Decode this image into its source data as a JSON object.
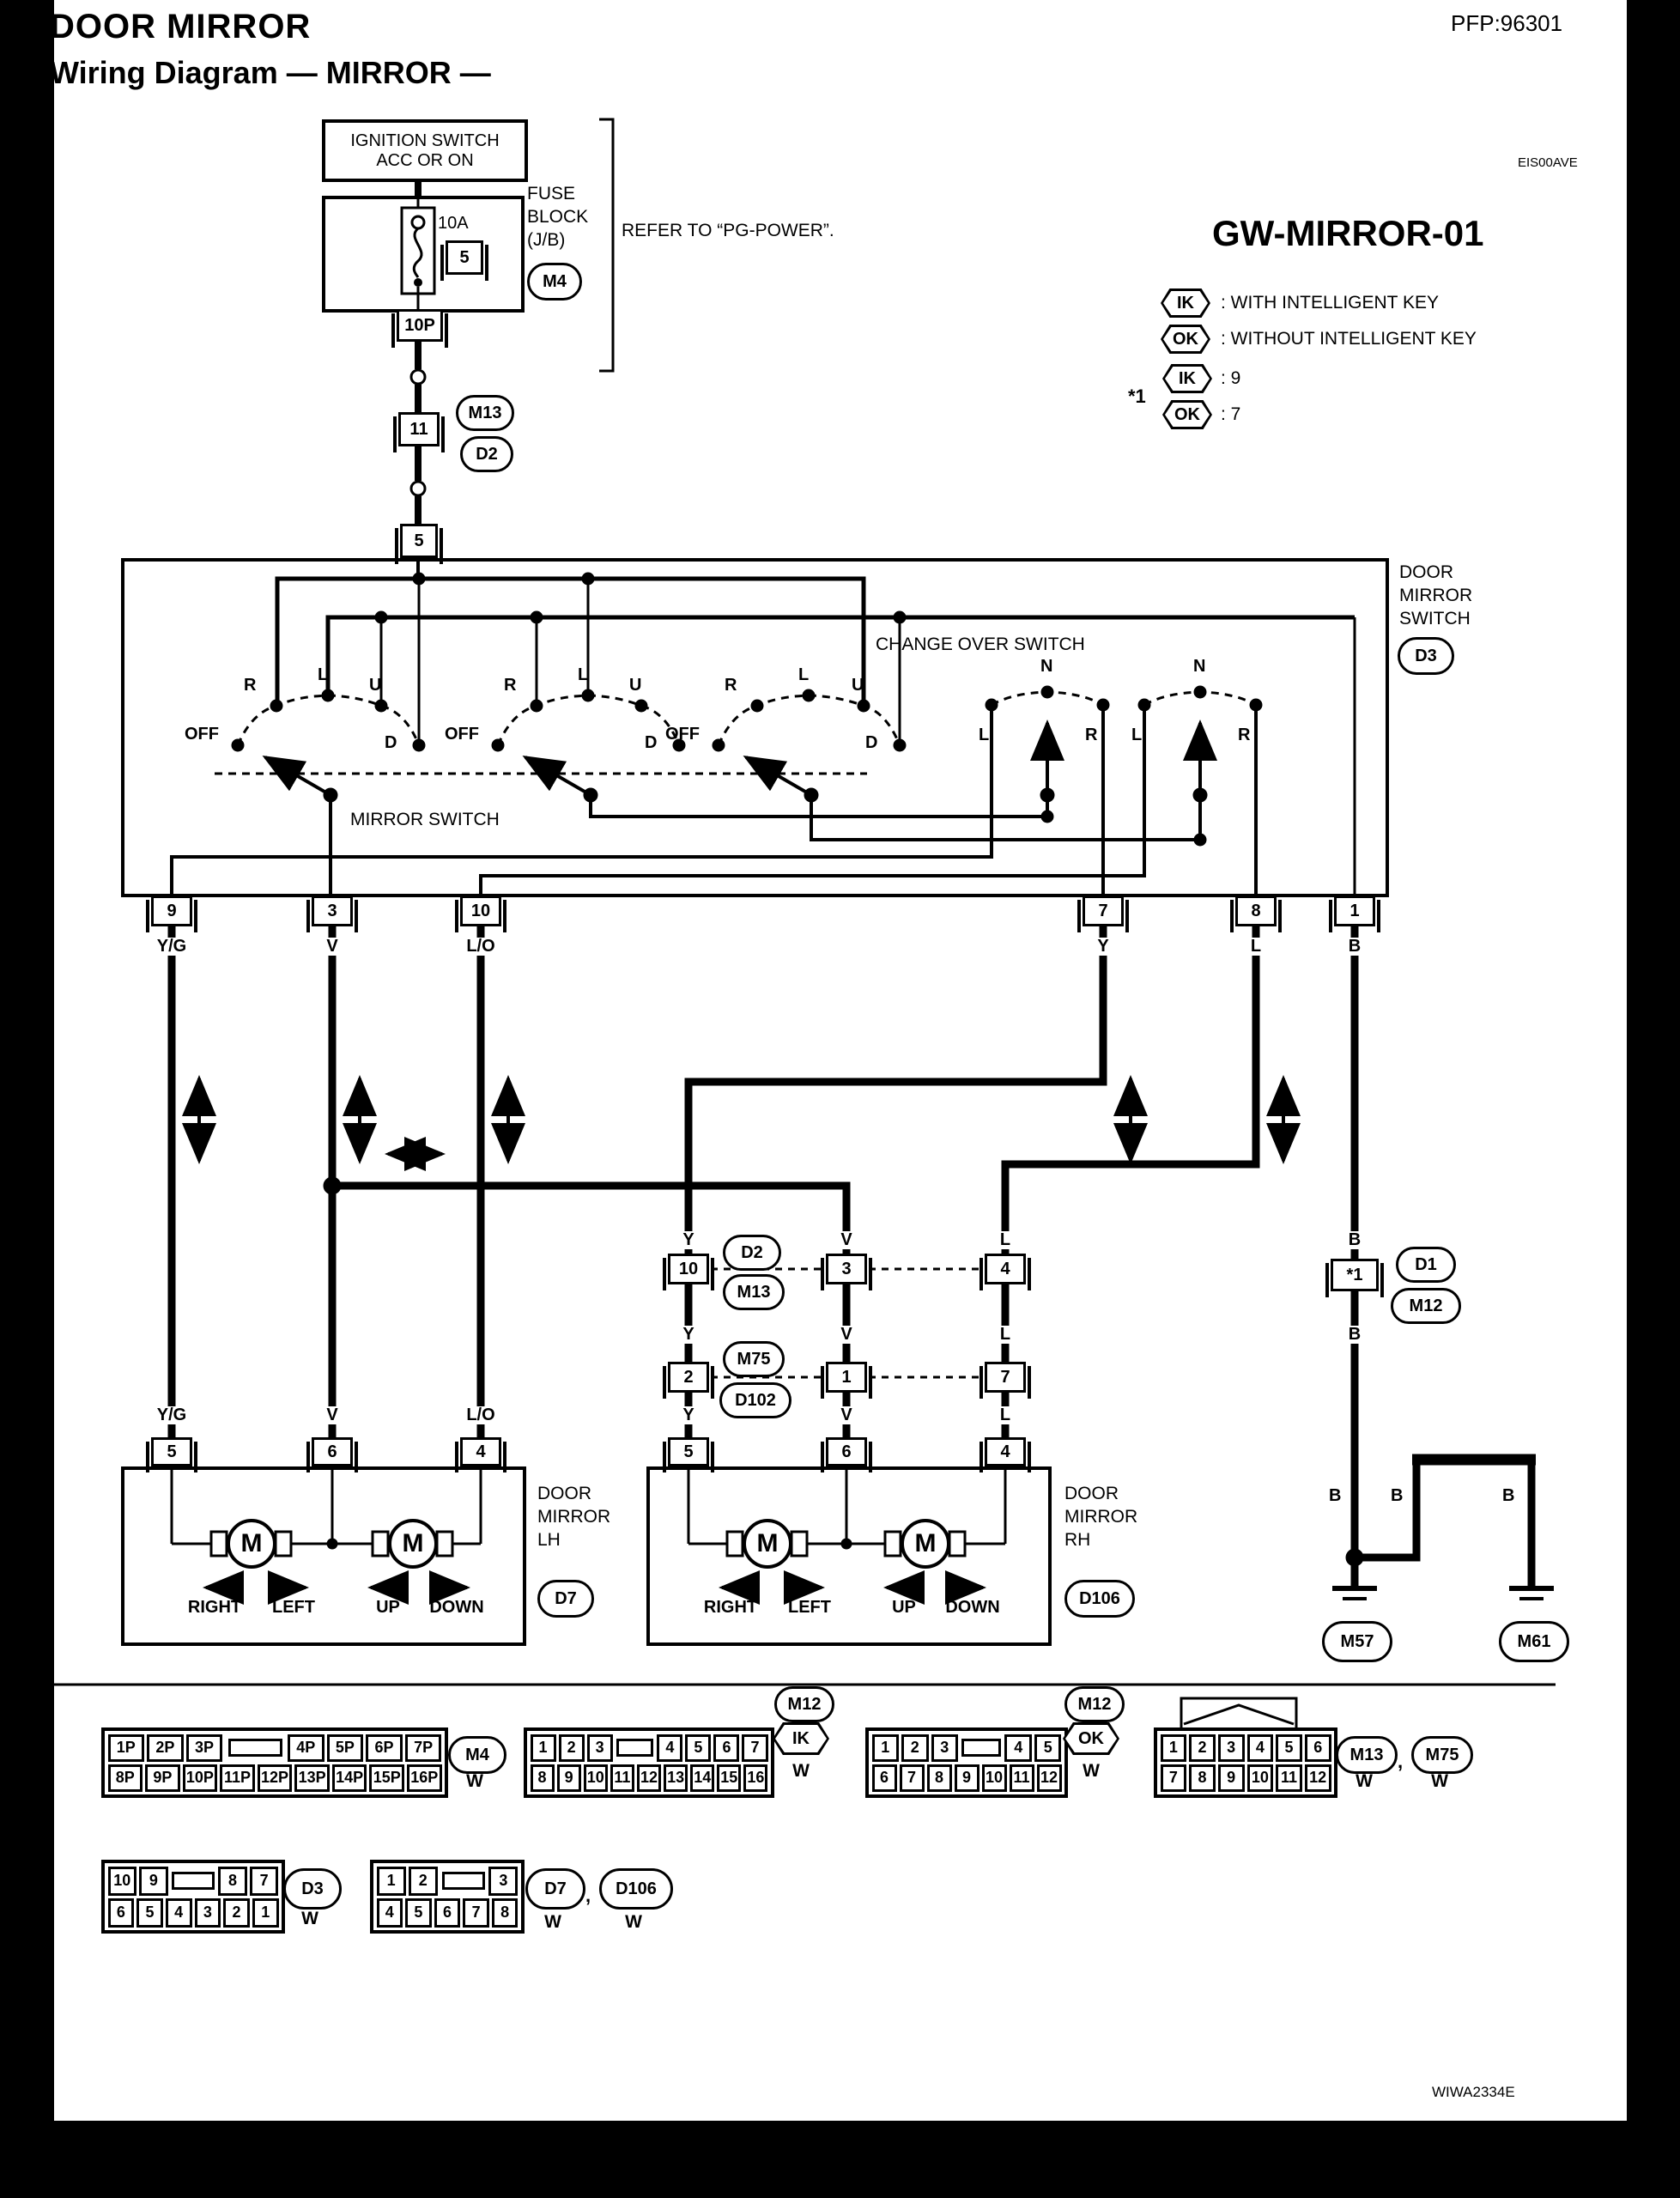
{
  "header": {
    "title": "DOOR MIRROR",
    "subtitle": "Wiring Diagram — MIRROR —",
    "pfp": "PFP:96301",
    "code": "EIS00AVE",
    "diagram_id": "GW-MIRROR-01"
  },
  "legend": {
    "ik": "IK",
    "ok": "OK",
    "with_key": ": WITH INTELLIGENT KEY",
    "without_key": ": WITHOUT INTELLIGENT KEY",
    "star": "*1",
    "ik_val": ": 9",
    "ok_val": ": 7"
  },
  "power": {
    "ignition_l1": "IGNITION SWITCH",
    "ignition_l2": "ACC OR ON",
    "fuse_amp": "10A",
    "fuse_num": "5",
    "fuse_block_l1": "FUSE",
    "fuse_block_l2": "BLOCK",
    "fuse_block_l3": "(J/B)",
    "m4": "M4",
    "refer": "REFER TO “PG-POWER”.",
    "p10": "10P",
    "c11": "11",
    "m13": "M13",
    "d2": "D2",
    "c5": "5"
  },
  "switch_box": {
    "name_l1": "DOOR",
    "name_l2": "MIRROR",
    "name_l3": "SWITCH",
    "d3": "D3",
    "change_over": "CHANGE OVER SWITCH",
    "mirror_switch": "MIRROR SWITCH",
    "off": "OFF",
    "r": "R",
    "l": "L",
    "u": "U",
    "d": "D",
    "n": "N"
  },
  "pins": {
    "p9": "9",
    "p3": "3",
    "p10": "10",
    "p7": "7",
    "p8": "8",
    "p1": "1"
  },
  "wires": {
    "yg": "Y/G",
    "v": "V",
    "lo": "L/O",
    "y": "Y",
    "l": "L",
    "b": "B"
  },
  "inline": {
    "c10": "10",
    "c3": "3",
    "c4": "4",
    "c2": "2",
    "c1": "1",
    "c7": "7",
    "d2": "D2",
    "m13": "M13",
    "m75": "M75",
    "d102": "D102",
    "star1": "*1",
    "d1": "D1",
    "m12": "M12"
  },
  "mirrors": {
    "p5": "5",
    "p6": "6",
    "p4": "4",
    "m": "M",
    "right": "RIGHT",
    "left": "LEFT",
    "up": "UP",
    "down": "DOWN",
    "lh_l1": "DOOR",
    "lh_l2": "MIRROR",
    "lh_l3": "LH",
    "d7": "D7",
    "rh_l3": "RH",
    "d106": "D106"
  },
  "grounds": {
    "m57": "M57",
    "m61": "M61"
  },
  "footer": {
    "m4": {
      "row1": [
        "1P",
        "2P",
        "3P",
        "",
        "4P",
        "5P",
        "6P",
        "7P"
      ],
      "row2": [
        "8P",
        "9P",
        "10P",
        "11P",
        "12P",
        "13P",
        "14P",
        "15P",
        "16P"
      ],
      "label": "M4",
      "color": "W"
    },
    "ik": {
      "row1": [
        "1",
        "2",
        "3",
        "",
        "4",
        "5",
        "6",
        "7"
      ],
      "row2": [
        "8",
        "9",
        "10",
        "11",
        "12",
        "13",
        "14",
        "15",
        "16"
      ],
      "m12": "M12",
      "tag": "IK",
      "color": "W"
    },
    "ok": {
      "row1": [
        "1",
        "2",
        "3",
        "",
        "4",
        "5"
      ],
      "row2": [
        "6",
        "7",
        "8",
        "9",
        "10",
        "11",
        "12"
      ],
      "m12": "M12",
      "tag": "OK",
      "color": "W"
    },
    "m13m75": {
      "row1": [
        "1",
        "2",
        "3",
        "4",
        "5",
        "6"
      ],
      "row2": [
        "7",
        "8",
        "9",
        "10",
        "11",
        "12"
      ],
      "label1": "M13",
      "comma": ",",
      "label2": "M75",
      "color1": "W",
      "color2": "W"
    },
    "d3": {
      "row1": [
        "10",
        "9",
        "",
        "8",
        "7"
      ],
      "row2": [
        "6",
        "5",
        "4",
        "3",
        "2",
        "1"
      ],
      "label": "D3",
      "color": "W"
    },
    "d7d106": {
      "row1": [
        "1",
        "2",
        "",
        "3"
      ],
      "row2": [
        "4",
        "5",
        "6",
        "7",
        "8"
      ],
      "label1": "D7",
      "comma": ",",
      "label2": "D106",
      "color1": "W",
      "color2": "W"
    }
  },
  "footnote": "WIWA2334E"
}
